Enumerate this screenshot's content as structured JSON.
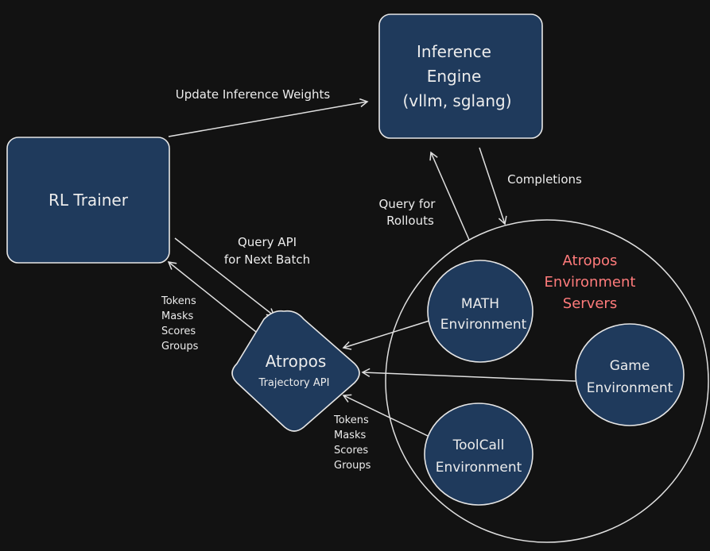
{
  "nodes": {
    "rl_trainer": {
      "label": "RL Trainer"
    },
    "inference_engine": {
      "line1": "Inference",
      "line2": "Engine",
      "line3": "(vllm, sglang)"
    },
    "atropos": {
      "title": "Atropos",
      "subtitle": "Trajectory API"
    },
    "env_group": {
      "line1": "Atropos",
      "line2": "Environment",
      "line3": "Servers"
    },
    "math_env": {
      "line1": "MATH",
      "line2": "Environment"
    },
    "game_env": {
      "line1": "Game",
      "line2": "Environment"
    },
    "toolcall_env": {
      "line1": "ToolCall",
      "line2": "Environment"
    }
  },
  "edges": {
    "update_weights": {
      "label": "Update Inference Weights"
    },
    "completions": {
      "label": "Completions"
    },
    "query_rollouts": {
      "line1": "Query for",
      "line2": "Rollouts"
    },
    "query_api": {
      "line1": "Query API",
      "line2": "for Next Batch"
    },
    "trainer_return": {
      "items": [
        "Tokens",
        "Masks",
        "Scores",
        "Groups"
      ]
    },
    "toolcall_return": {
      "items": [
        "Tokens",
        "Masks",
        "Scores",
        "Groups"
      ]
    }
  },
  "colors": {
    "background": "#121212",
    "node_fill": "#1f3a5c",
    "stroke": "#e6e6e6",
    "text": "#ececec",
    "accent": "#ff7b7b"
  }
}
